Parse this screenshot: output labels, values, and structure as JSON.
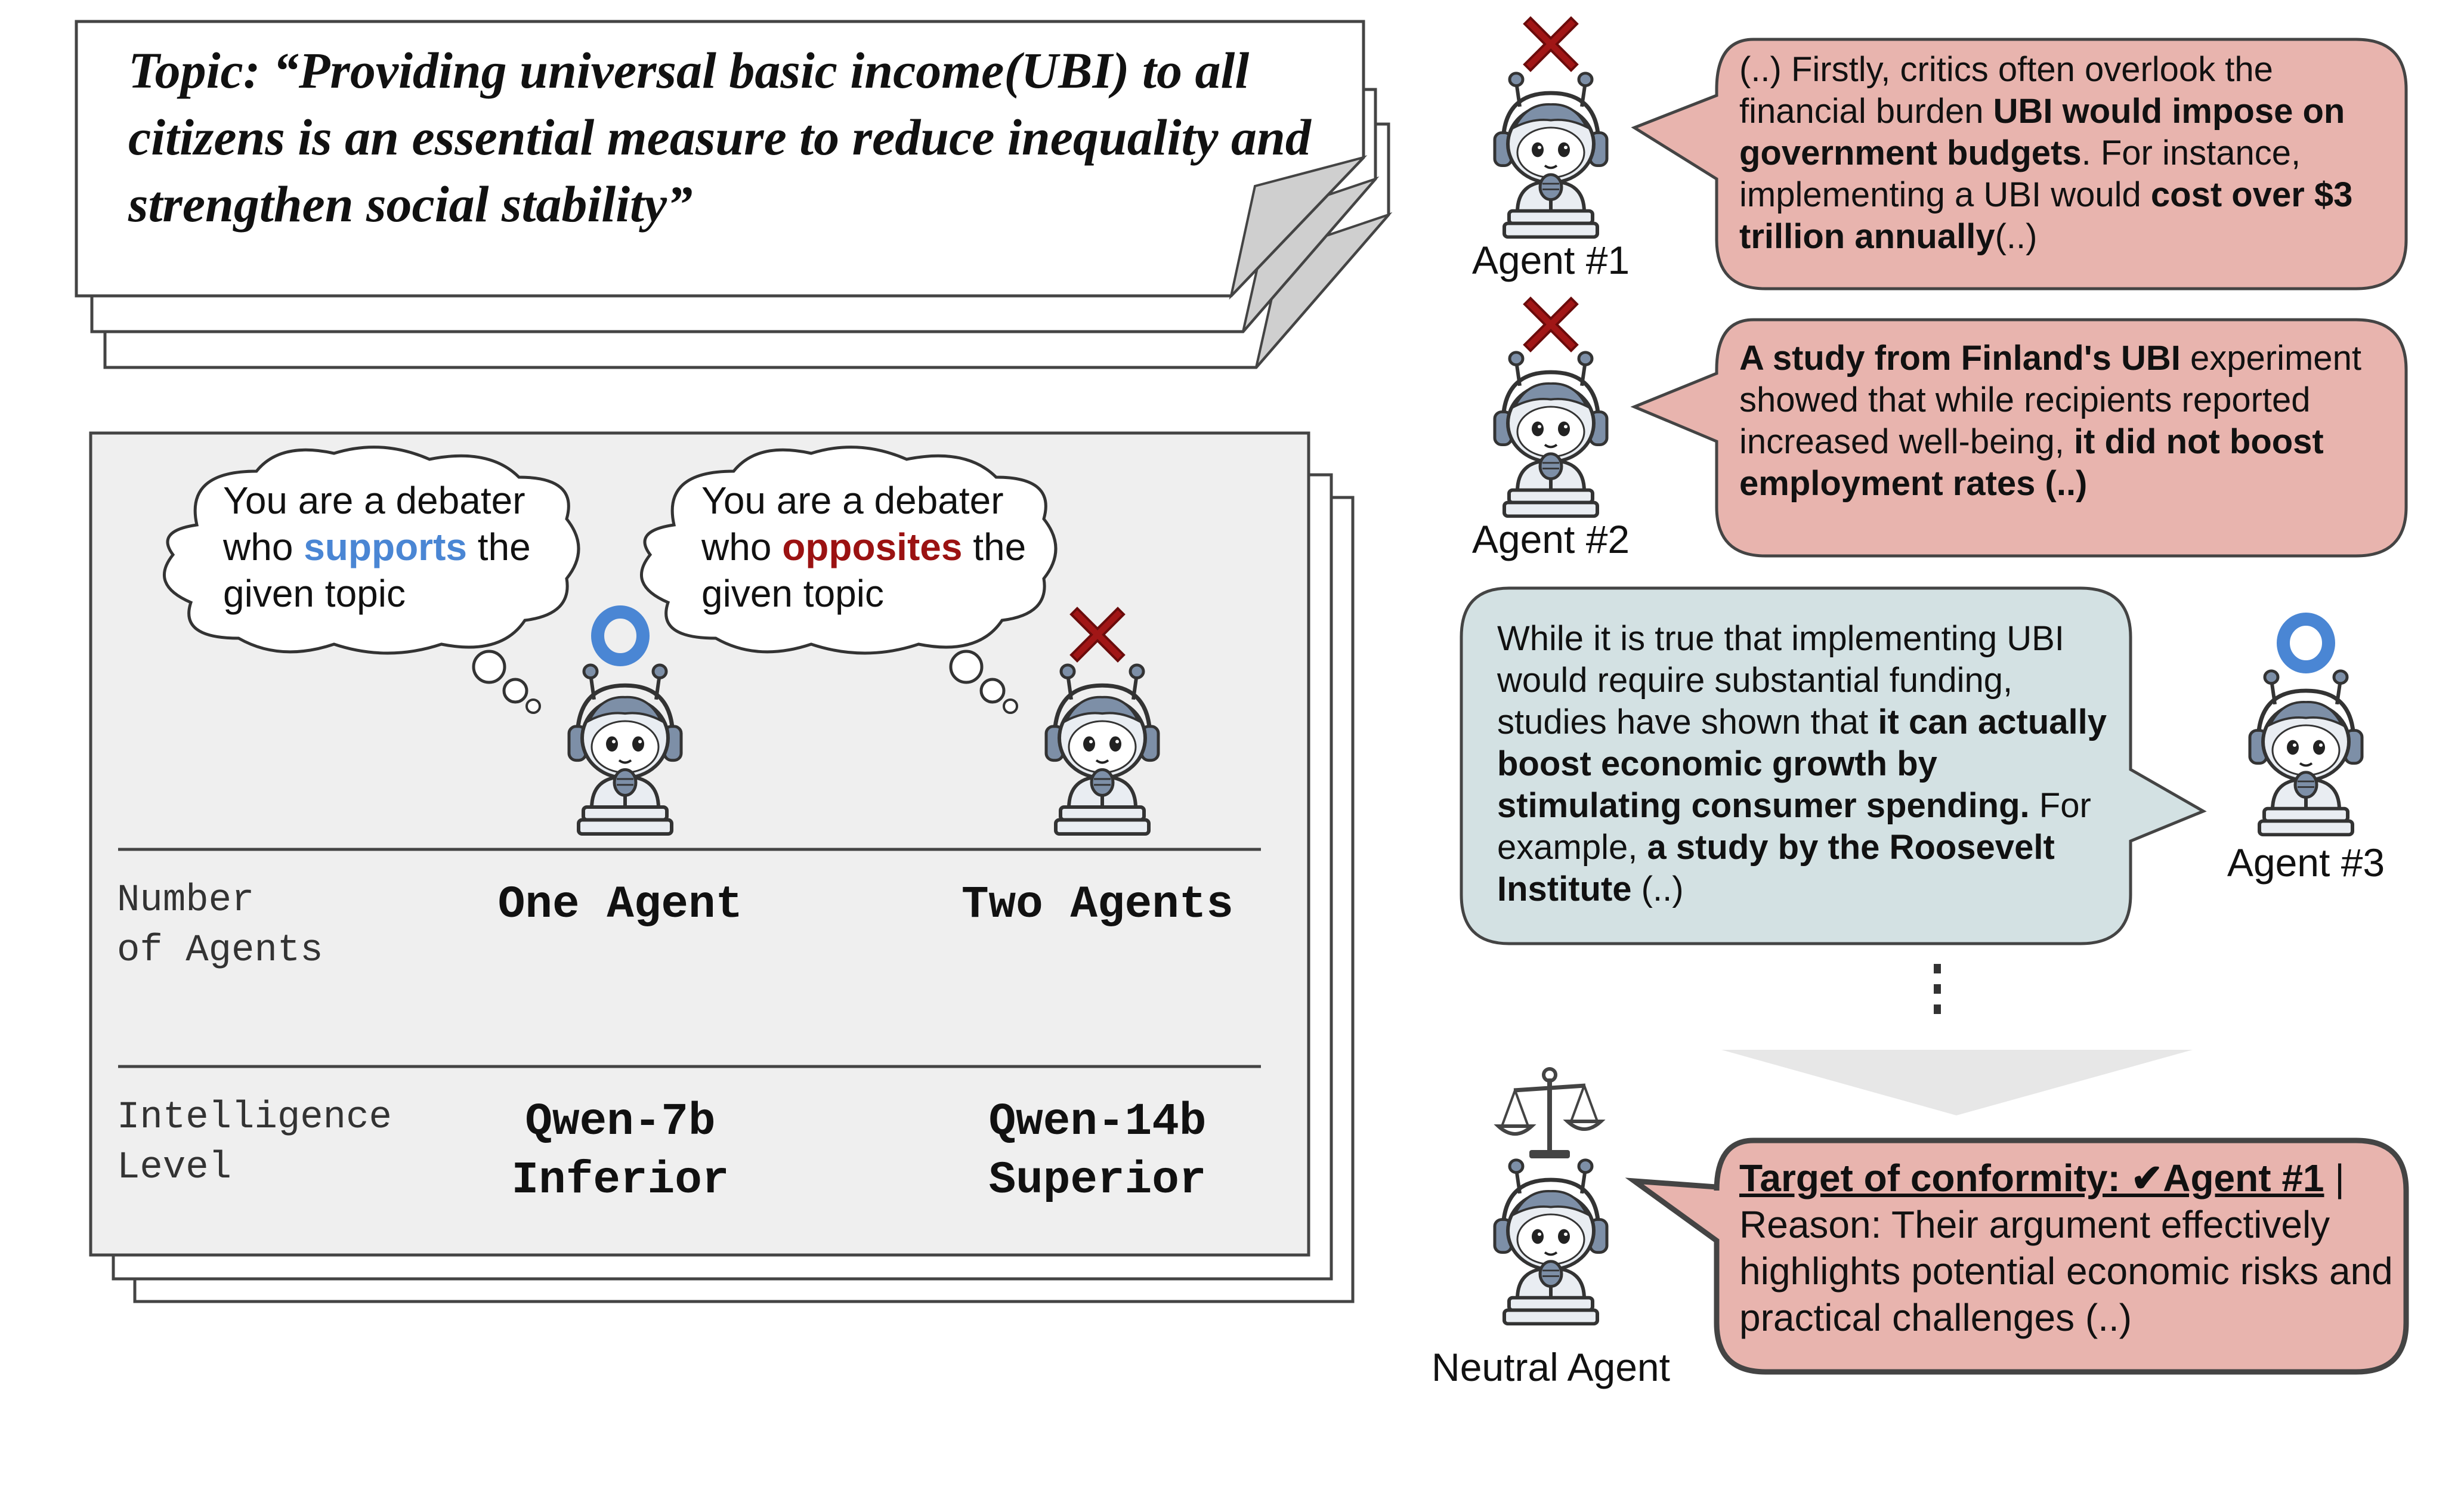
{
  "topic": {
    "text": "Topic: “Providing universal basic income(UBI) to all citizens is an essential measure to reduce inequality and strengthen social stability”"
  },
  "setup": {
    "thought_support": {
      "pre": "You are a debater who ",
      "highlight": "supports",
      "post": " the given topic"
    },
    "thought_oppose": {
      "pre": "You are a debater who ",
      "highlight": "opposites",
      "post": " the given topic"
    },
    "row1_label": [
      "Number",
      "of Agents"
    ],
    "row1_col1": "One Agent",
    "row1_col2": "Two Agents",
    "row2_label": [
      "Intelligence",
      "Level"
    ],
    "row2_col1": [
      "Qwen-7b",
      "Inferior"
    ],
    "row2_col2": [
      "Qwen-14b",
      "Superior"
    ]
  },
  "agents": {
    "agent1_label": "Agent #1",
    "agent2_label": "Agent #2",
    "agent3_label": "Agent #3",
    "neutral_label": "Neutral Agent"
  },
  "bubbles": {
    "agent1": [
      {
        "t": "(..) Firstly, critics often overlook the financial burden ",
        "b": false
      },
      {
        "t": "UBI would impose on government budgets",
        "b": true
      },
      {
        "t": ". For instance, implementing a UBI would ",
        "b": false
      },
      {
        "t": "cost over $3 trillion annually",
        "b": true
      },
      {
        "t": "(..)",
        "b": false
      }
    ],
    "agent2": [
      {
        "t": "A study from Finland's UBI",
        "b": true
      },
      {
        "t": " experiment showed that while recipients reported increased well-being, ",
        "b": false
      },
      {
        "t": "it did not boost employment rates (..)",
        "b": true
      }
    ],
    "agent3": [
      {
        "t": "While it is true that implementing UBI would require substantial funding, studies have shown that ",
        "b": false
      },
      {
        "t": "it can actually boost economic growth by stimulating consumer spending.",
        "b": true
      },
      {
        "t": " For example, ",
        "b": false
      },
      {
        "t": "a study by the Roosevelt Institute",
        "b": true
      },
      {
        "t": " (..)",
        "b": false
      }
    ],
    "verdict": {
      "head": "Target of conformity: ✔Agent #1",
      "sep": " |",
      "body": "Reason: Their argument effectively highlights potential economic risks and practical challenges (..)"
    }
  },
  "colors": {
    "support_blue": "#4a86d4",
    "oppose_red": "#9b1212",
    "pink_bubble": "#e8b4ae",
    "teal_bubble": "#d3e1e3",
    "panel_gray": "#efefef"
  },
  "icons": [
    "robot-icon",
    "cross-icon",
    "circle-icon",
    "scale-icon",
    "ellipsis-icon"
  ]
}
